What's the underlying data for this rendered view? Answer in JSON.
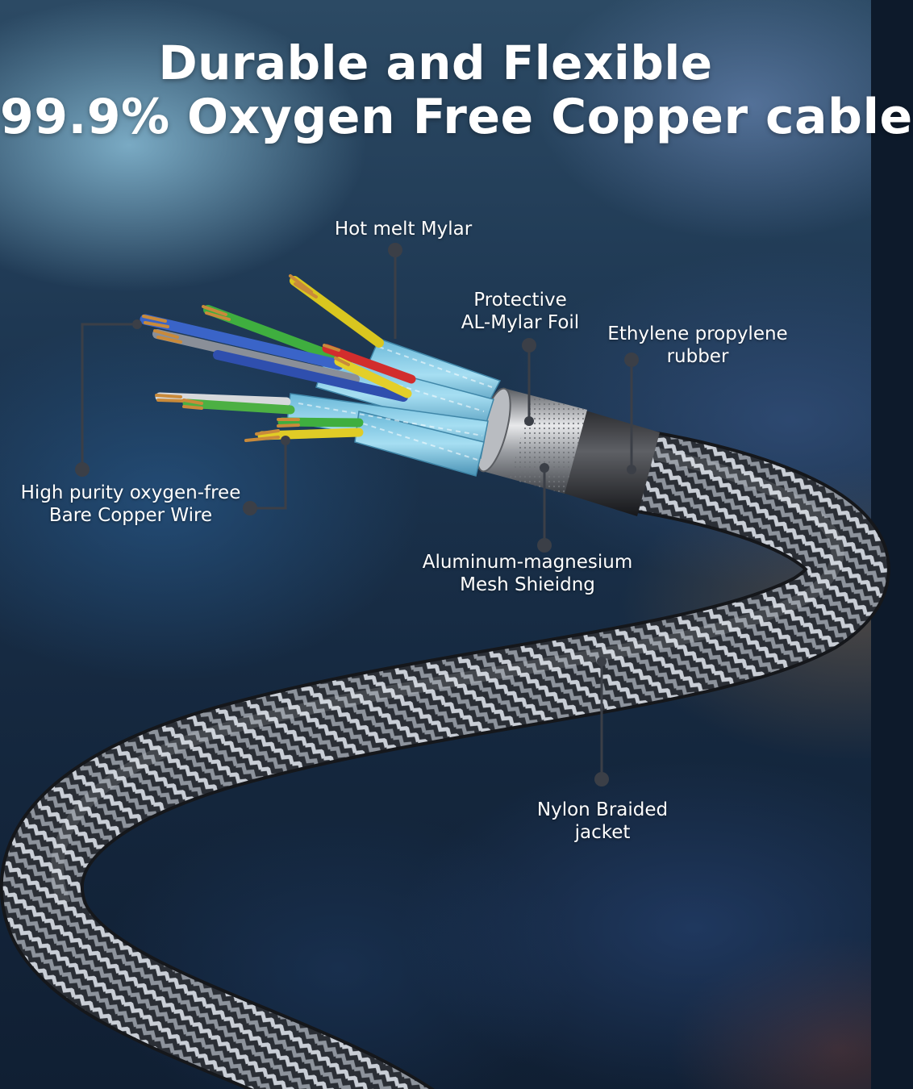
{
  "headline": {
    "line1": "Durable and Flexible",
    "line2": "99.9% Oxygen Free Copper cable"
  },
  "callouts": {
    "hot_melt_mylar": "Hot melt Mylar",
    "protective_foil": {
      "line1": "Protective",
      "line2": "AL-Mylar Foil"
    },
    "rubber": {
      "line1": "Ethylene propylene",
      "line2": "rubber"
    },
    "copper_wire": {
      "line1": "High purity oxygen-free",
      "line2": "Bare Copper Wire"
    },
    "mesh_shielding": {
      "line1": "Aluminum-magnesium",
      "line2": "Mesh Shieidng"
    },
    "nylon_jacket": {
      "line1": "Nylon Braided",
      "line2": "jacket"
    }
  },
  "colors": {
    "braid_dark": "#2a2e35",
    "braid_light": "#c9ced6",
    "foil_blue": "#7cc7e6",
    "copper": "#c98a3a",
    "leader_line": "#3b3f47"
  }
}
